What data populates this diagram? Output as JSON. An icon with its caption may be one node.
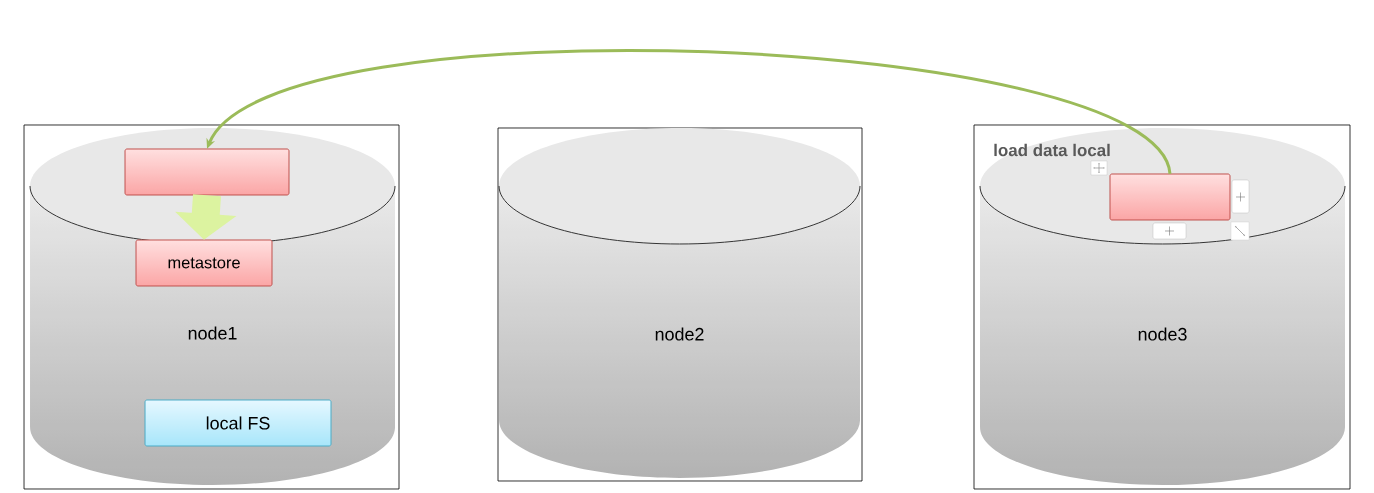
{
  "diagram": {
    "nodes": [
      {
        "text": [
          "node1"
        ]
      },
      {
        "text": [],
        "shape": "box",
        "in": 0
      },
      {
        "text": [
          "metastore"
        ],
        "in": 0
      },
      {
        "text": [
          "local FS"
        ],
        "in": 0
      },
      {
        "text": [
          "node2"
        ]
      },
      {
        "text": [
          "node3"
        ]
      },
      {
        "text": [],
        "shape": "box",
        "in": 5
      }
    ],
    "edges": [
      {
        "from": 6,
        "to": 1,
        "arrow": "to",
        "color": "#9bbb59"
      },
      {
        "from": 1,
        "to": 2,
        "arrow": "to",
        "style": "thick",
        "color": "#dcf3a0"
      }
    ],
    "labels": [
      "load data local"
    ]
  }
}
